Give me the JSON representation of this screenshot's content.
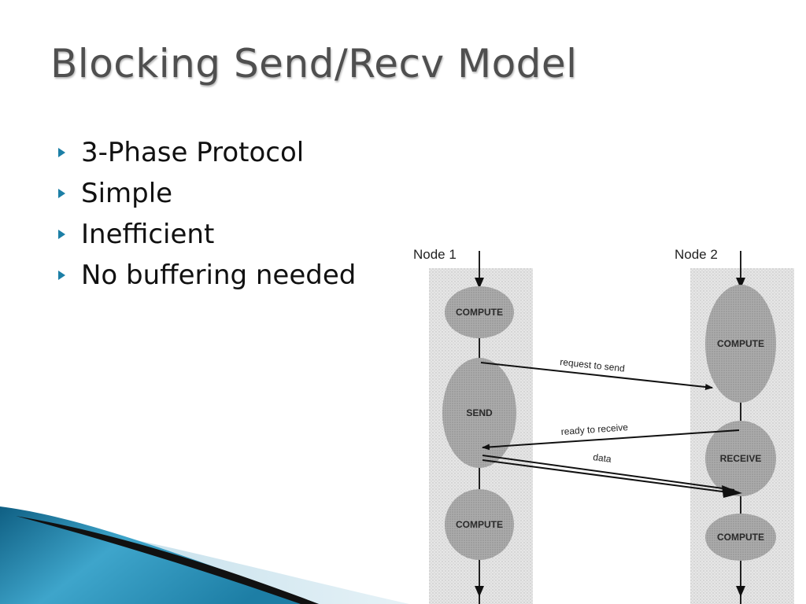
{
  "slide": {
    "title": "Blocking Send/Recv Model",
    "bullets": [
      "3-Phase Protocol",
      "Simple",
      "Inefficient",
      "No buffering needed"
    ]
  },
  "diagram": {
    "nodes": [
      {
        "label": "Node 1",
        "phases": [
          "COMPUTE",
          "SEND",
          "COMPUTE"
        ]
      },
      {
        "label": "Node 2",
        "phases": [
          "COMPUTE",
          "RECEIVE",
          "COMPUTE"
        ]
      }
    ],
    "messages": [
      "request to send",
      "ready to receive",
      "data"
    ]
  },
  "colors": {
    "accent": "#1c7fa6",
    "title": "#4f4f4f",
    "ellipse": "#a9a9a9",
    "column": "#e3e3e3"
  }
}
